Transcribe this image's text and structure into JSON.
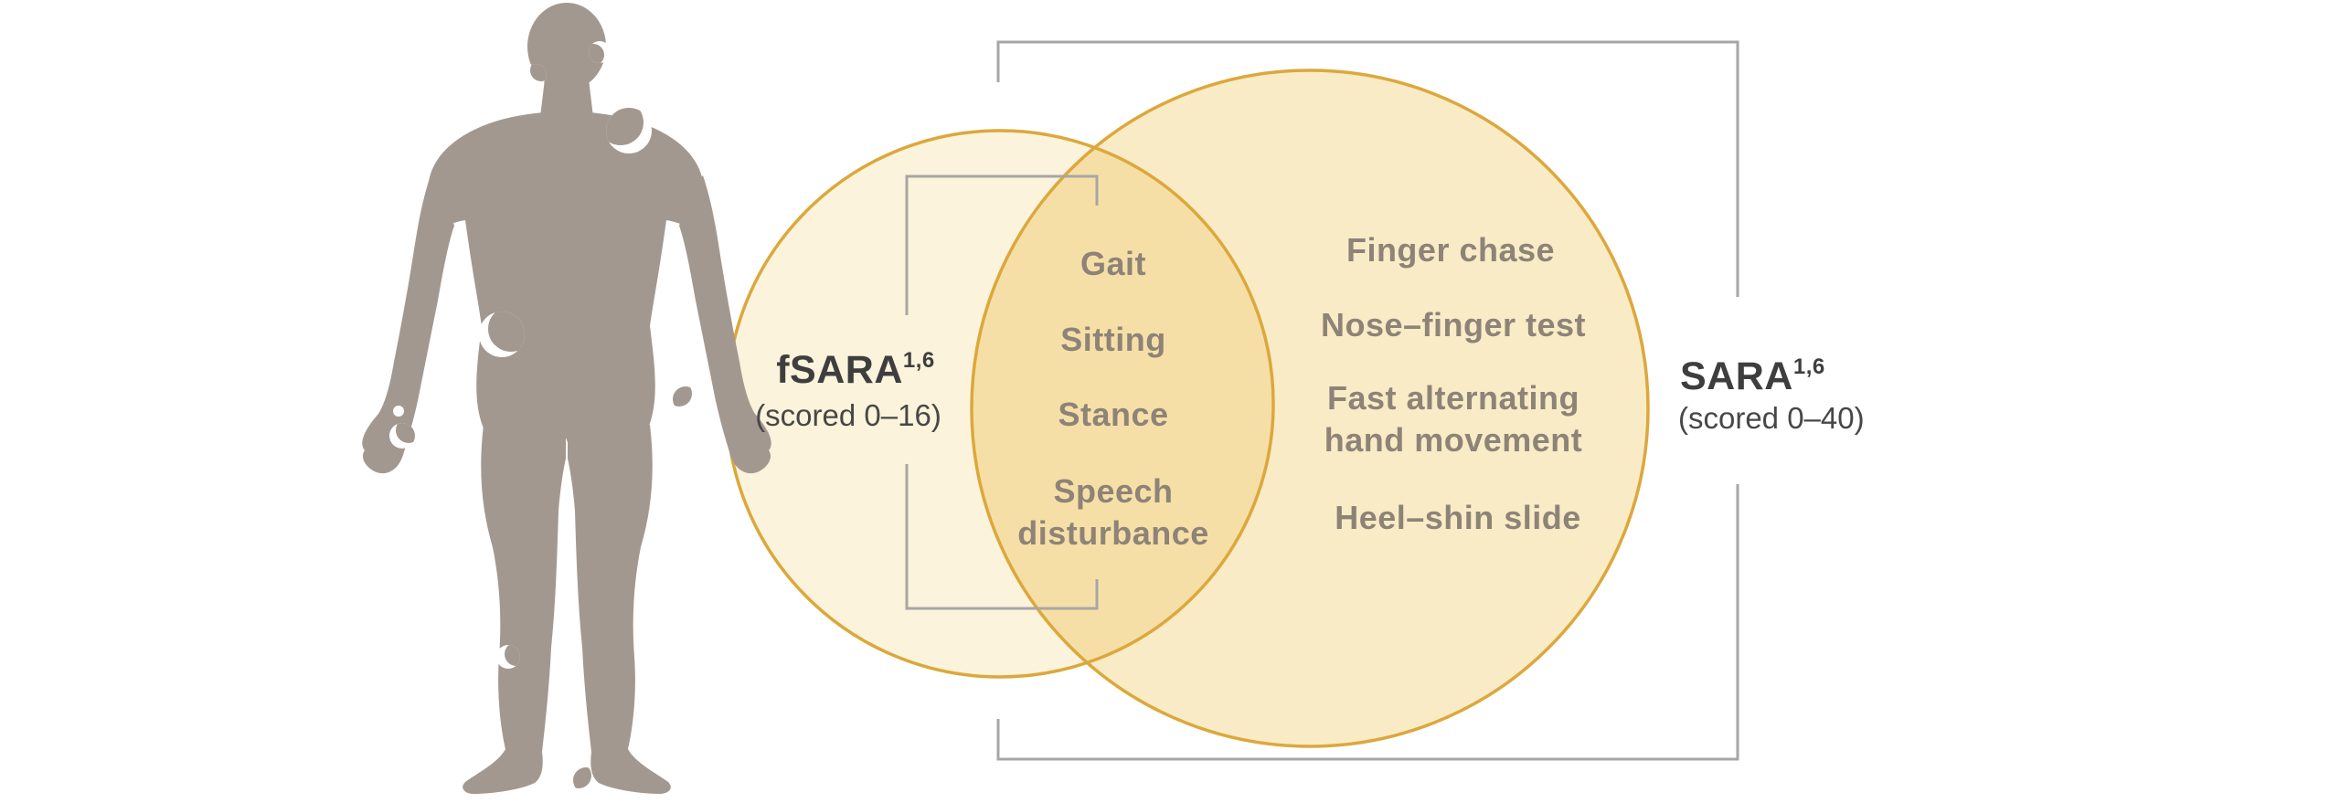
{
  "venn": {
    "left": {
      "name": "fSARA",
      "superscript": "1,6",
      "score_range": "(scored 0–16)"
    },
    "right": {
      "name": "SARA",
      "superscript": "1,6",
      "score_range": "(scored 0–40)"
    },
    "overlap_items": [
      "Gait",
      "Sitting",
      "Stance",
      "Speech disturbance"
    ],
    "right_only_items": [
      "Finger chase",
      "Nose–finger test",
      "Fast alternating hand movement",
      "Heel–shin slide"
    ]
  },
  "icons": {
    "body": "human-body-silhouette-icon",
    "joints": "joint-marker-circles"
  },
  "colors": {
    "background": "#FFFFFF",
    "body_silhouette": "#A3988F",
    "circle_outline": "#DCA83C",
    "fsara_circle_fill": "#FBF3DB",
    "sara_circle_fill": "#F9EBC6",
    "overlap_fill": "#F6DFA7",
    "bracket_line": "#A8A6A4",
    "item_text": "#8D8377",
    "label_text": "#3E3E3E"
  }
}
